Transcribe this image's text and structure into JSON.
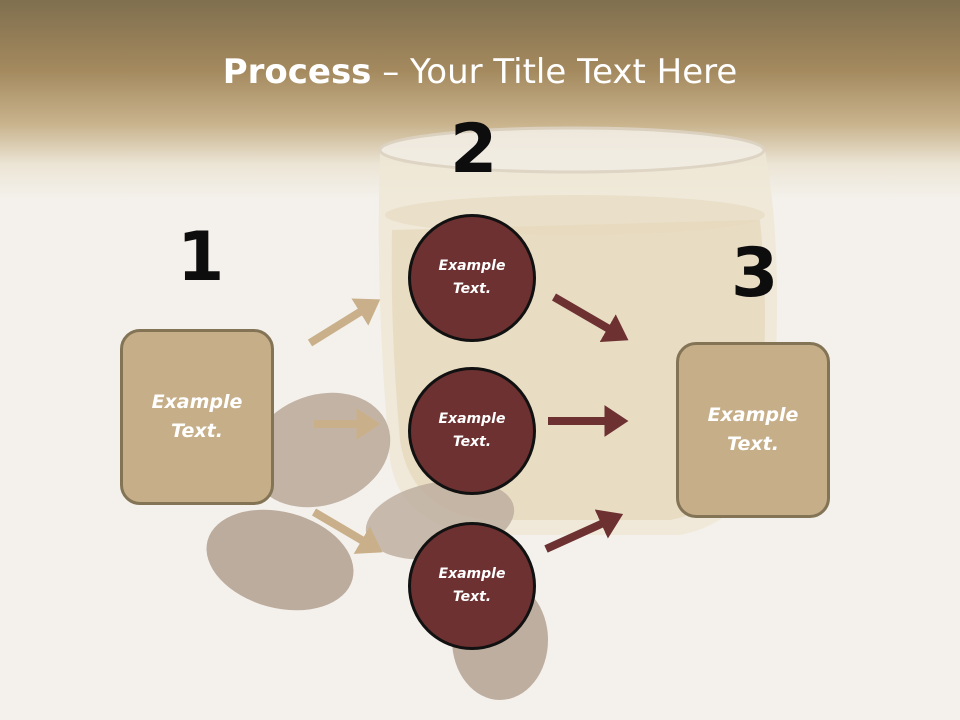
{
  "title": {
    "bold": "Process",
    "rest": " – Your Title Text Here"
  },
  "numbers": [
    "1",
    "2",
    "3"
  ],
  "left_box": "Example\nText.",
  "right_box": "Example\nText.",
  "circles": [
    "Example\nText.",
    "Example\nText.",
    "Example\nText."
  ],
  "colors": {
    "header": "#a4895e",
    "box_fill": "#c6ae88",
    "circle_fill": "#6d3131",
    "arrow_light": "#c9b08a",
    "arrow_dark": "#6d3131"
  }
}
